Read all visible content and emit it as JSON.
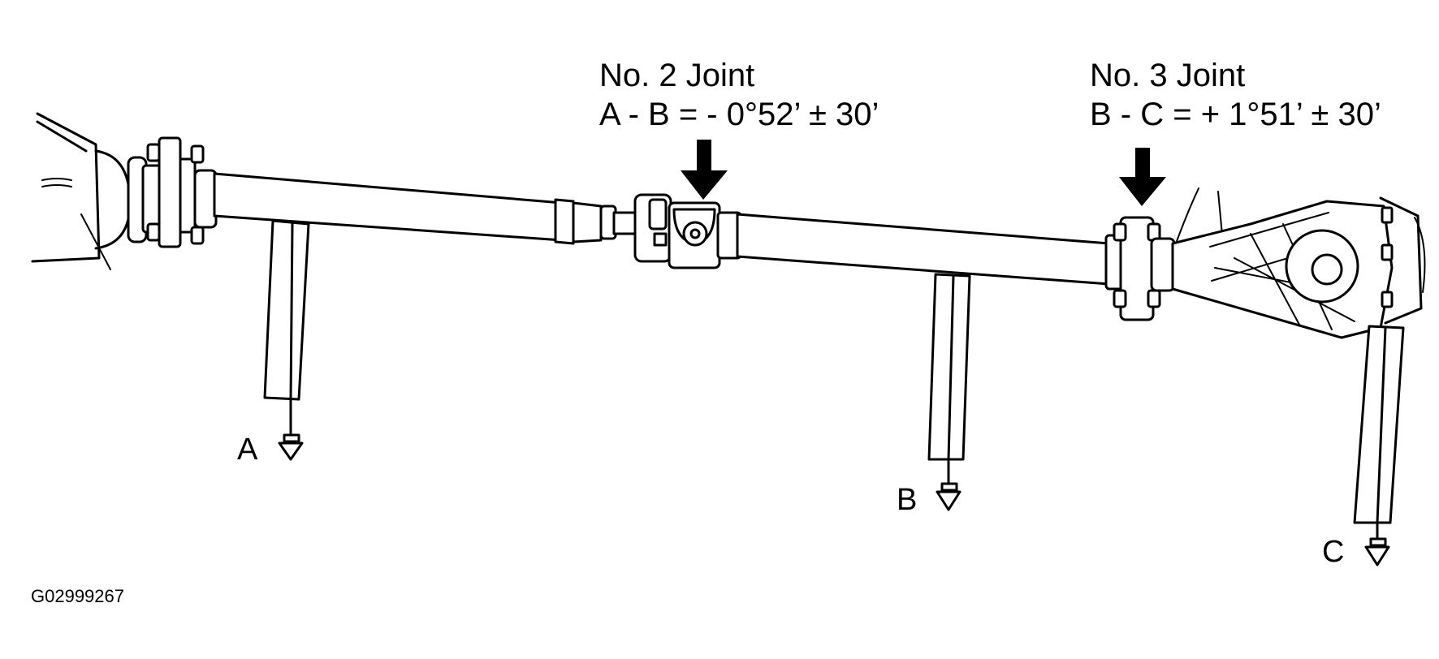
{
  "joints": [
    {
      "title": "No. 2 Joint",
      "formula": "A - B = - 0°52’ ± 30’"
    },
    {
      "title": "No. 3 Joint",
      "formula": "B - C = + 1°51’ ± 30’"
    }
  ],
  "gauges": [
    {
      "label": "A"
    },
    {
      "label": "B"
    },
    {
      "label": "C"
    }
  ],
  "figure_code": "G02999267"
}
